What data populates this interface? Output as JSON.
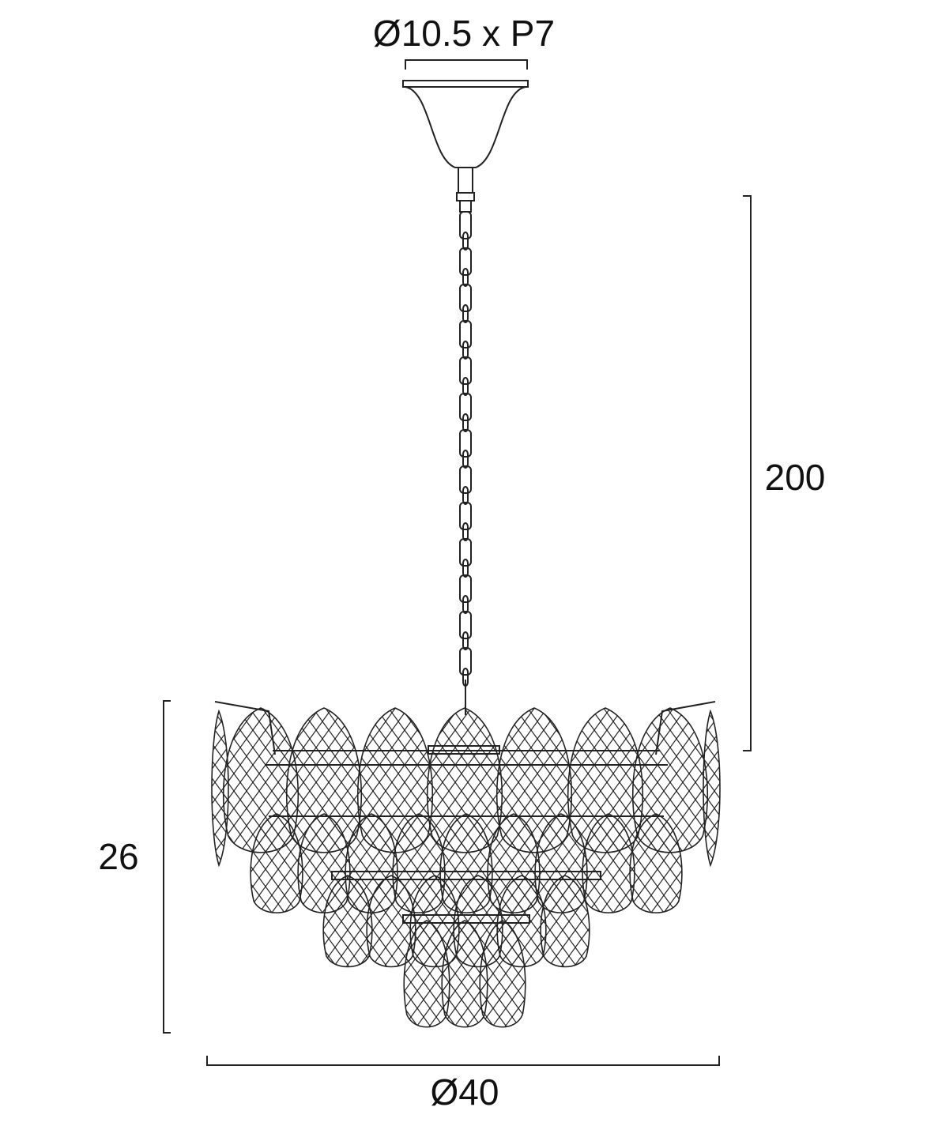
{
  "dimensions": {
    "canopy_label": "Ø10.5 x P7",
    "drop_label": "200",
    "body_height_label": "26",
    "body_diameter_label": "Ø40"
  },
  "colors": {
    "line": "#222222",
    "background": "#ffffff"
  }
}
